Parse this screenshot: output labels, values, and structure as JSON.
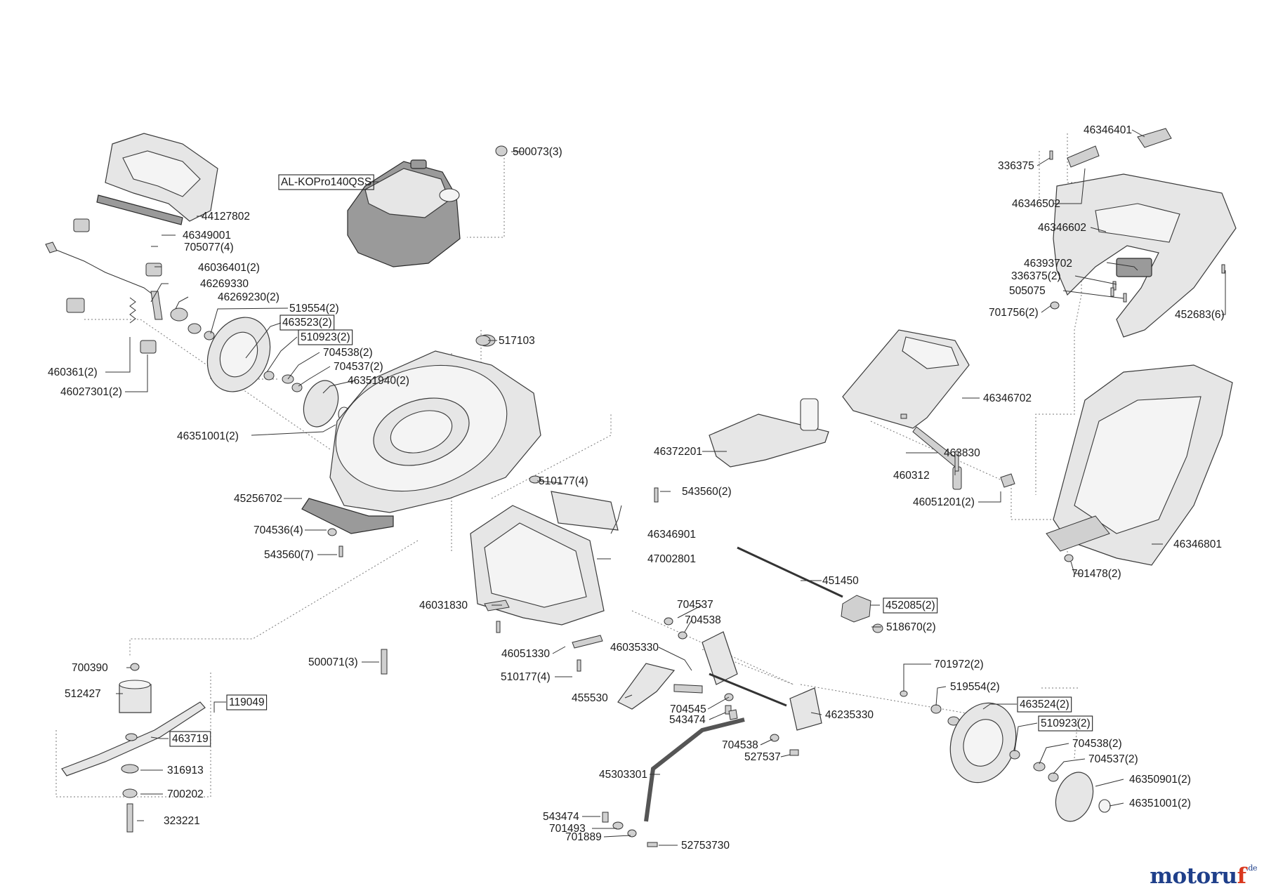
{
  "logo": {
    "main": "motoru",
    "accent": "f",
    "suffix": ".de",
    "color_main": "#1f3f8a",
    "color_accent": "#d9381e"
  },
  "parts": [
    {
      "id": "p01",
      "label": "500073(3)",
      "boxed": false
    },
    {
      "id": "p02",
      "label": "AL-KOPro140QSS",
      "boxed": true
    },
    {
      "id": "p03",
      "label": "44127802",
      "boxed": false
    },
    {
      "id": "p04",
      "label": "46349001",
      "boxed": false
    },
    {
      "id": "p05",
      "label": "705077(4)",
      "boxed": false
    },
    {
      "id": "p06",
      "label": "46036401(2)",
      "boxed": false
    },
    {
      "id": "p07",
      "label": "46269330",
      "boxed": false
    },
    {
      "id": "p08",
      "label": "46269230(2)",
      "boxed": false
    },
    {
      "id": "p09",
      "label": "519554(2)",
      "boxed": false
    },
    {
      "id": "p10",
      "label": "463523(2)",
      "boxed": true
    },
    {
      "id": "p11",
      "label": "510923(2)",
      "boxed": true
    },
    {
      "id": "p12",
      "label": "704538(2)",
      "boxed": false
    },
    {
      "id": "p13",
      "label": "704537(2)",
      "boxed": false
    },
    {
      "id": "p14",
      "label": "46351940(2)",
      "boxed": false
    },
    {
      "id": "p15",
      "label": "460361(2)",
      "boxed": false
    },
    {
      "id": "p16",
      "label": "46027301(2)",
      "boxed": false
    },
    {
      "id": "p17",
      "label": "517103",
      "boxed": false
    },
    {
      "id": "p18",
      "label": "46351001(2)",
      "boxed": false
    },
    {
      "id": "p19",
      "label": "45256702",
      "boxed": false
    },
    {
      "id": "p20",
      "label": "704536(4)",
      "boxed": false
    },
    {
      "id": "p21",
      "label": "543560(7)",
      "boxed": false
    },
    {
      "id": "p22",
      "label": "510177(4)",
      "boxed": false
    },
    {
      "id": "p23",
      "label": "543560(2)",
      "boxed": false
    },
    {
      "id": "p24",
      "label": "46346901",
      "boxed": false
    },
    {
      "id": "p25",
      "label": "47002801",
      "boxed": false
    },
    {
      "id": "p26",
      "label": "46031830",
      "boxed": false
    },
    {
      "id": "p27",
      "label": "46051330",
      "boxed": false
    },
    {
      "id": "p28",
      "label": "510177(4)",
      "boxed": false
    },
    {
      "id": "p29",
      "label": "500071(3)",
      "boxed": false
    },
    {
      "id": "p30",
      "label": "700390",
      "boxed": false
    },
    {
      "id": "p31",
      "label": "512427",
      "boxed": false
    },
    {
      "id": "p32",
      "label": "119049",
      "boxed": true
    },
    {
      "id": "p33",
      "label": "463719",
      "boxed": true
    },
    {
      "id": "p34",
      "label": "316913",
      "boxed": false
    },
    {
      "id": "p35",
      "label": "700202",
      "boxed": false
    },
    {
      "id": "p36",
      "label": "323221",
      "boxed": false
    },
    {
      "id": "p37",
      "label": "46372201",
      "boxed": false
    },
    {
      "id": "p38",
      "label": "46346702",
      "boxed": false
    },
    {
      "id": "p39",
      "label": "463830",
      "boxed": false
    },
    {
      "id": "p40",
      "label": "460312",
      "boxed": false
    },
    {
      "id": "p41",
      "label": "46051201(2)",
      "boxed": false
    },
    {
      "id": "p42",
      "label": "46346401",
      "boxed": false
    },
    {
      "id": "p43",
      "label": "336375",
      "boxed": false
    },
    {
      "id": "p44",
      "label": "46346502",
      "boxed": false
    },
    {
      "id": "p45",
      "label": "46346602",
      "boxed": false
    },
    {
      "id": "p46",
      "label": "46393702",
      "boxed": false
    },
    {
      "id": "p47",
      "label": "336375(2)",
      "boxed": false
    },
    {
      "id": "p48",
      "label": "505075",
      "boxed": false
    },
    {
      "id": "p49",
      "label": "701756(2)",
      "boxed": false
    },
    {
      "id": "p50",
      "label": "452683(6)",
      "boxed": false
    },
    {
      "id": "p51",
      "label": "46346801",
      "boxed": false
    },
    {
      "id": "p52",
      "label": "701478(2)",
      "boxed": false
    },
    {
      "id": "p53",
      "label": "451450",
      "boxed": false
    },
    {
      "id": "p54",
      "label": "452085(2)",
      "boxed": true
    },
    {
      "id": "p55",
      "label": "518670(2)",
      "boxed": false
    },
    {
      "id": "p56",
      "label": "704537",
      "boxed": false
    },
    {
      "id": "p57",
      "label": "704538",
      "boxed": false
    },
    {
      "id": "p58",
      "label": "46035330",
      "boxed": false
    },
    {
      "id": "p59",
      "label": "455530",
      "boxed": false
    },
    {
      "id": "p60",
      "label": "704545",
      "boxed": false
    },
    {
      "id": "p61",
      "label": "543474",
      "boxed": false
    },
    {
      "id": "p62",
      "label": "46235330",
      "boxed": false
    },
    {
      "id": "p63",
      "label": "704538",
      "boxed": false
    },
    {
      "id": "p64",
      "label": "527537",
      "boxed": false
    },
    {
      "id": "p65",
      "label": "45303301",
      "boxed": false
    },
    {
      "id": "p66",
      "label": "543474",
      "boxed": false
    },
    {
      "id": "p67",
      "label": "701493",
      "boxed": false
    },
    {
      "id": "p68",
      "label": "701889",
      "boxed": false
    },
    {
      "id": "p69",
      "label": "52753730",
      "boxed": false
    },
    {
      "id": "p70",
      "label": "701972(2)",
      "boxed": false
    },
    {
      "id": "p71",
      "label": "519554(2)",
      "boxed": false
    },
    {
      "id": "p72",
      "label": "463524(2)",
      "boxed": true
    },
    {
      "id": "p73",
      "label": "510923(2)",
      "boxed": true
    },
    {
      "id": "p74",
      "label": "704538(2)",
      "boxed": false
    },
    {
      "id": "p75",
      "label": "704537(2)",
      "boxed": false
    },
    {
      "id": "p76",
      "label": "46350901(2)",
      "boxed": false
    },
    {
      "id": "p77",
      "label": "46351001(2)",
      "boxed": false
    }
  ]
}
